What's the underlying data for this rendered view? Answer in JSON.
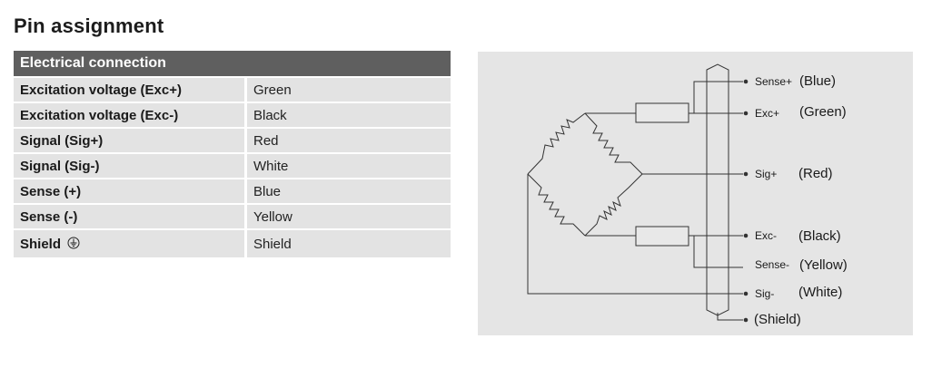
{
  "title": "Pin assignment",
  "table": {
    "header": "Electrical connection",
    "rows": [
      {
        "signal": "Excitation voltage (Exc+)",
        "color": "Green"
      },
      {
        "signal": "Excitation voltage (Exc-)",
        "color": "Black"
      },
      {
        "signal": "Signal (Sig+)",
        "color": "Red"
      },
      {
        "signal": "Signal (Sig-)",
        "color": "White"
      },
      {
        "signal": "Sense (+)",
        "color": "Blue"
      },
      {
        "signal": "Sense (-)",
        "color": "Yellow"
      },
      {
        "signal": "Shield",
        "color": "Shield",
        "icon": "earth-ground-icon"
      }
    ]
  },
  "diagram": {
    "terminals": [
      {
        "pin": "Sense+",
        "wire": "(Blue)"
      },
      {
        "pin": "Exc+",
        "wire": "(Green)"
      },
      {
        "pin": "Sig+",
        "wire": "(Red)"
      },
      {
        "pin": "Exc-",
        "wire": "(Black)"
      },
      {
        "pin": "Sense-",
        "wire": "(Yellow)"
      },
      {
        "pin": "Sig-",
        "wire": "(White)"
      },
      {
        "pin": "",
        "wire": "(Shield)"
      }
    ]
  }
}
